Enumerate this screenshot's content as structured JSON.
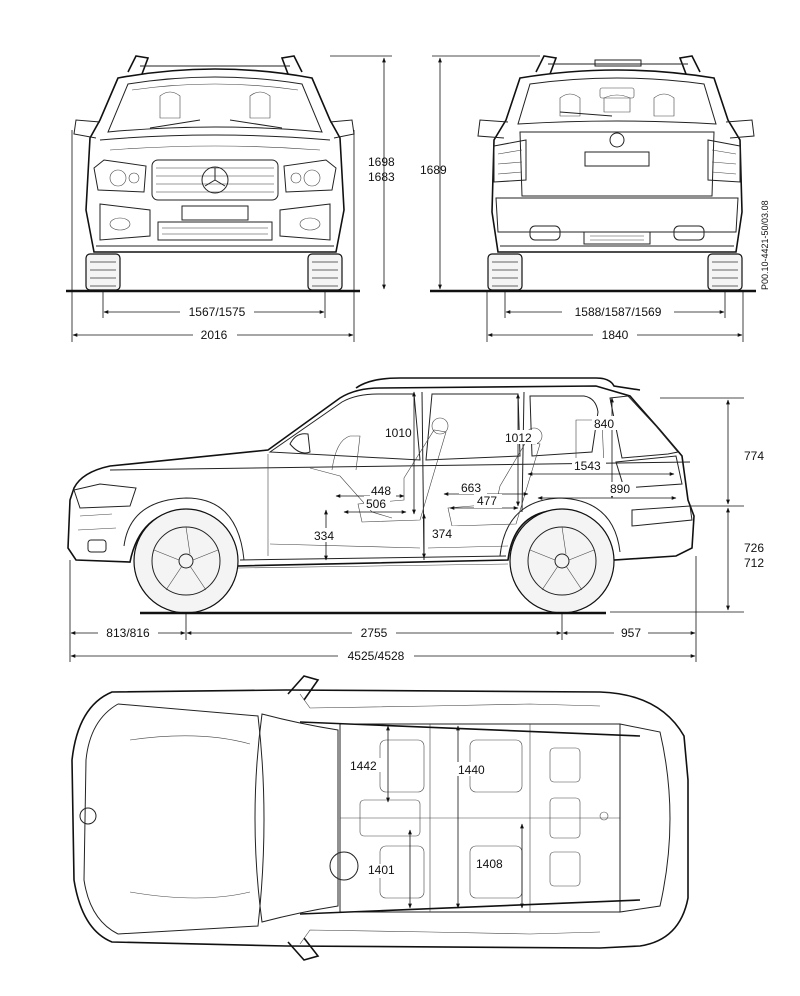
{
  "drawing_code": "P00.10-4421-50/03.08",
  "front_view": {
    "height_labels": [
      "1698",
      "1683"
    ],
    "track_label": "1567/1575",
    "width_label": "2016"
  },
  "rear_view": {
    "height_label": "1689",
    "track_label": "1588/1587/1569",
    "width_label": "1840"
  },
  "side_view": {
    "headroom_front": "1010",
    "headroom_rear": "1012",
    "cargo_opening_height": "840",
    "cargo_length": "1543",
    "upper_height": "774",
    "lower_heights": [
      "726",
      "712"
    ],
    "legroom_front": "448",
    "seat_depth_front": "506",
    "legroom_rear": "663",
    "seat_depth_rear": "477",
    "cargo_floor_depth": "890",
    "seat_height_front": "334",
    "seat_height_rear": "374",
    "front_overhang": "813/816",
    "wheelbase": "2755",
    "rear_overhang": "957",
    "overall_length": "4525/4528"
  },
  "top_view": {
    "shoulder_width_front": "1442",
    "shoulder_width_rear": "1440",
    "hip_width_front": "1401",
    "hip_width_rear": "1408"
  }
}
